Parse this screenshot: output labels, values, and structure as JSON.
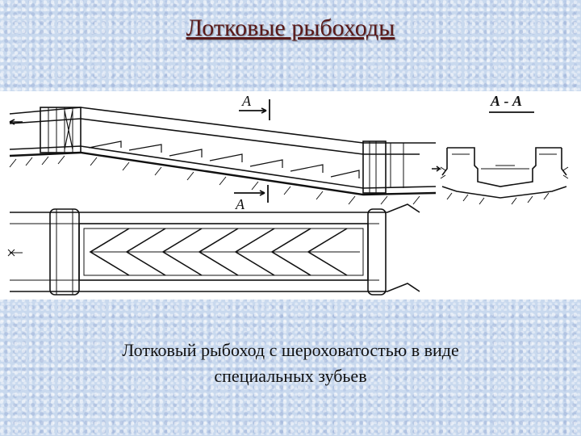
{
  "title": "Лотковые рыбоходы",
  "drawing": {
    "section_label_top": "А",
    "section_label_bottom": "А",
    "section_view_label": "А - А"
  },
  "caption": {
    "line1": "Лотковый рыбоход с шероховатостью в виде",
    "line2": "специальных зубьев"
  }
}
